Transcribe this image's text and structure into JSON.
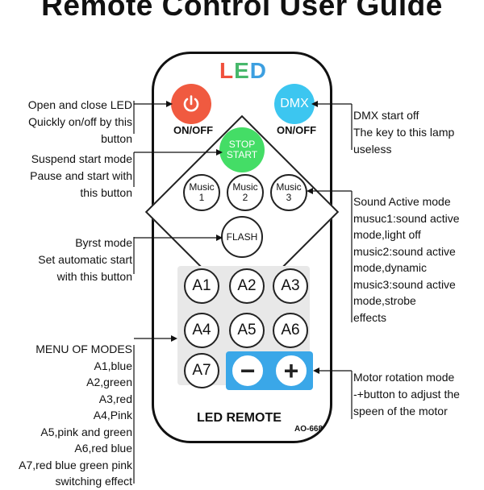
{
  "title": "Remote Control User Guide",
  "remote": {
    "logo": [
      {
        "letter": "L",
        "color": "#f0503c"
      },
      {
        "letter": "E",
        "color": "#47b86b"
      },
      {
        "letter": "D",
        "color": "#3c9fe0"
      }
    ],
    "power_label": "ON/OFF",
    "dmx_button": "DMX",
    "dmx_label": "ON/OFF",
    "stop_start": [
      "STOP",
      "START"
    ],
    "music_buttons": [
      [
        "Music",
        "1"
      ],
      [
        "Music",
        "2"
      ],
      [
        "Music",
        "3"
      ]
    ],
    "flash_button": "FLASH",
    "mode_buttons": [
      "A1",
      "A2",
      "A3",
      "A4",
      "A5",
      "A6",
      "A7"
    ],
    "minus": "−",
    "plus": "+",
    "brand": "LED REMOTE",
    "model": "AO-668"
  },
  "annotations": {
    "power": [
      "Open and close LED",
      "Quickly on/off by this",
      "button"
    ],
    "stop": [
      "Suspend start mode",
      "Pause and start with",
      "this button"
    ],
    "flash": [
      "Byrst mode",
      "Set automatic start",
      "with this button"
    ],
    "modes": [
      "MENU OF MODES",
      "A1,blue",
      "A2,green",
      "A3,red",
      "A4,Pink",
      "A5,pink and green",
      "A6,red blue",
      "A7,red blue green pink",
      "switching effect"
    ],
    "dmx": [
      "DMX start off",
      "The key to this lamp",
      "useless"
    ],
    "sound": [
      "Sound Active mode",
      "musuc1:sound active",
      "mode,light off",
      "music2:sound active",
      "mode,dynamic",
      "music3:sound active",
      "mode,strobe",
      "effects"
    ],
    "motor": [
      "Motor rotation mode",
      "-+button to adjust the",
      "speen of  the motor"
    ]
  }
}
